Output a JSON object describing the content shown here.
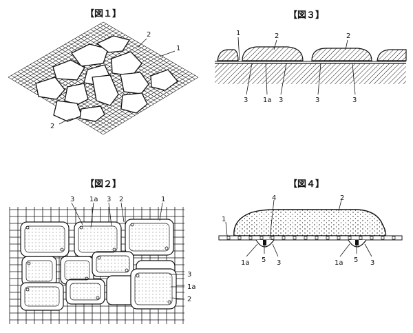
{
  "figures": {
    "fig1": {
      "title": "【図１】",
      "labels": {
        "stone_top": "2",
        "mesh": "1",
        "stone_bottom": "2"
      }
    },
    "fig2": {
      "title": "【図２】",
      "labels": {
        "t3a": "3",
        "t1a": "1a",
        "t3b": "3",
        "t2": "2",
        "t1": "1",
        "r3": "3",
        "r1a": "1a",
        "r2": "2"
      }
    },
    "fig3": {
      "title": "【図３】",
      "labels": {
        "t1": "1",
        "t2a": "2",
        "t2b": "2",
        "b3a": "3",
        "b1a": "1a",
        "b3b": "3",
        "b3c": "3",
        "b3d": "3"
      }
    },
    "fig4": {
      "title": "【図４】",
      "labels": {
        "t4": "4",
        "t2": "2",
        "l1": "1",
        "b1a_left": "1a",
        "b5_left": "5",
        "b3_left": "3",
        "b1a_right": "1a",
        "b5_right": "5",
        "b3_right": "3"
      }
    }
  },
  "colors": {
    "ink": "#111111",
    "paper": "#ffffff"
  }
}
